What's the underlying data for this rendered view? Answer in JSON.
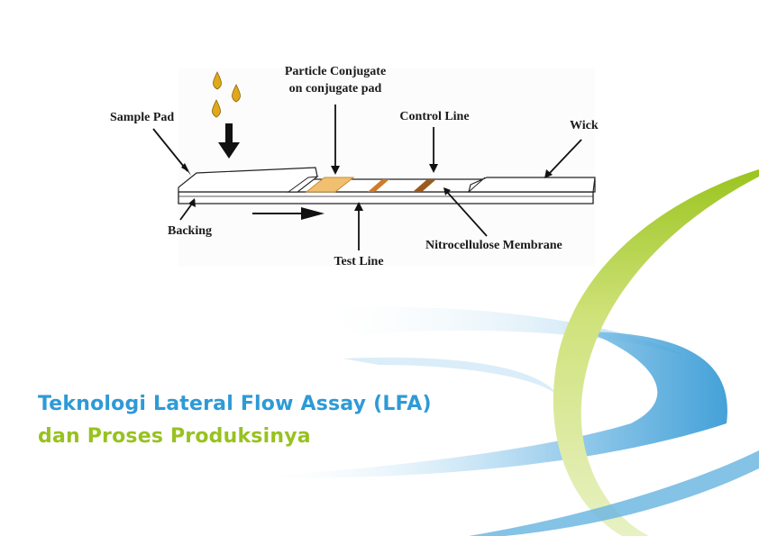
{
  "diagram": {
    "labels": {
      "sample_pad": "Sample Pad",
      "particle_conjugate_1": "Particle Conjugate",
      "particle_conjugate_2": "on conjugate pad",
      "control_line": "Control Line",
      "wick": "Wick",
      "backing": "Backing",
      "test_line": "Test Line",
      "nitrocellulose": "Nitrocellulose Membrane"
    }
  },
  "title": {
    "line1": "Teknologi Lateral Flow Assay (LFA)",
    "line2": "dan Proses Produksinya"
  },
  "colors": {
    "title_blue": "#2e9ad6",
    "title_green": "#98c21f",
    "swirl_blue": "#3fa0d8",
    "swirl_green": "#a8c92a",
    "drop_gold": "#e0a81a",
    "conjugate_pad": "#f0c070",
    "line_orange": "#d07a2a",
    "line_brown": "#9a5a1e"
  }
}
